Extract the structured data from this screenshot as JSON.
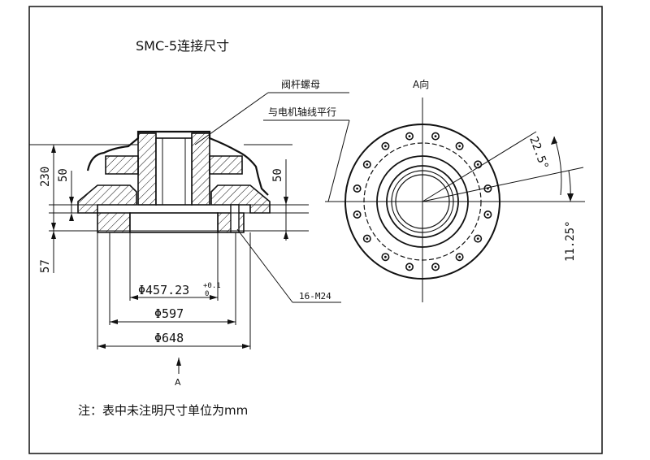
{
  "title": "SMC-5连接尺寸",
  "labels": {
    "valve_nut": "阀杆螺母",
    "view_a": "A向",
    "parallel_axis": "与电机轴线平行",
    "bolt_spec": "16-M24",
    "arrow_a": "A",
    "note": "注：表中未注明尺寸单位为mm"
  },
  "dimensions": {
    "h230": "230",
    "h50_left": "50",
    "h50_right": "50",
    "h57": "57",
    "d457": "Φ457.23",
    "d457_tol_upper": "+0.1",
    "d457_tol_lower": "0",
    "d597": "Φ597",
    "d648": "Φ648",
    "angle_22_5": "22.5°",
    "angle_11_25": "11.25°"
  },
  "bolt_circle": {
    "count": 16,
    "start_angle_deg": 11.25
  },
  "colors": {
    "line": "#111111",
    "background": "#ffffff"
  }
}
